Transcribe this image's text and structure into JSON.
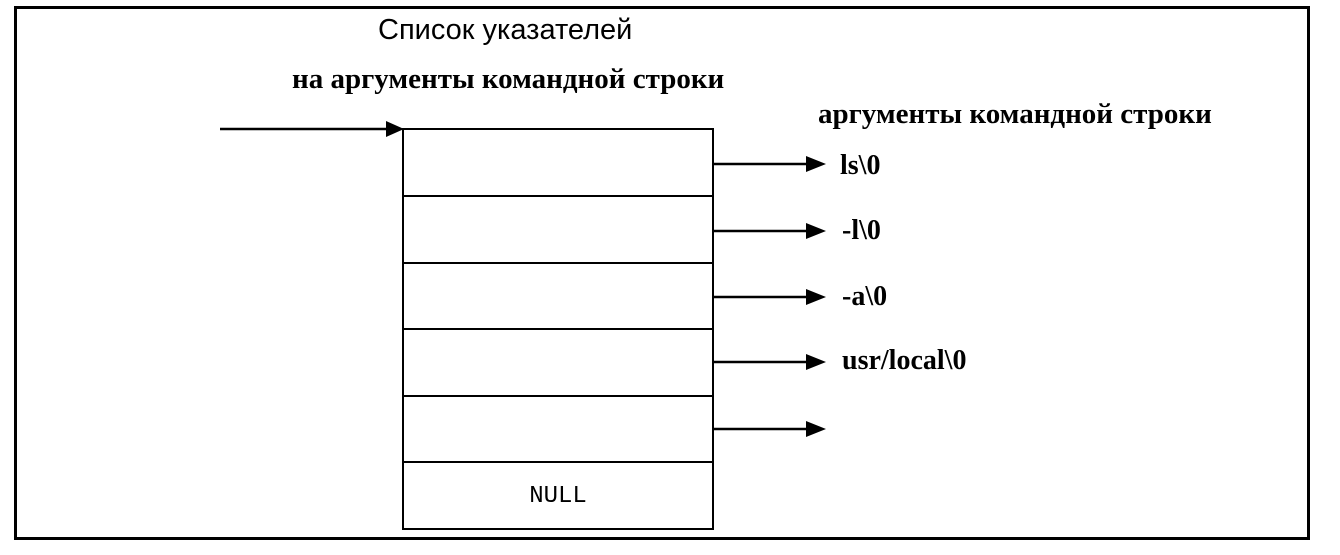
{
  "diagram": {
    "title_line1": "Список указателей",
    "title_line2": "на аргументы командной строки",
    "args_heading": "аргументы командной строки",
    "cells": [
      {
        "value": "",
        "target": "ls\\0"
      },
      {
        "value": "",
        "target": "-l\\0"
      },
      {
        "value": "",
        "target": "-a\\0"
      },
      {
        "value": "",
        "target": "usr/local\\0"
      },
      {
        "value": "",
        "target": ""
      },
      {
        "value": "NULL",
        "target": null
      }
    ]
  }
}
